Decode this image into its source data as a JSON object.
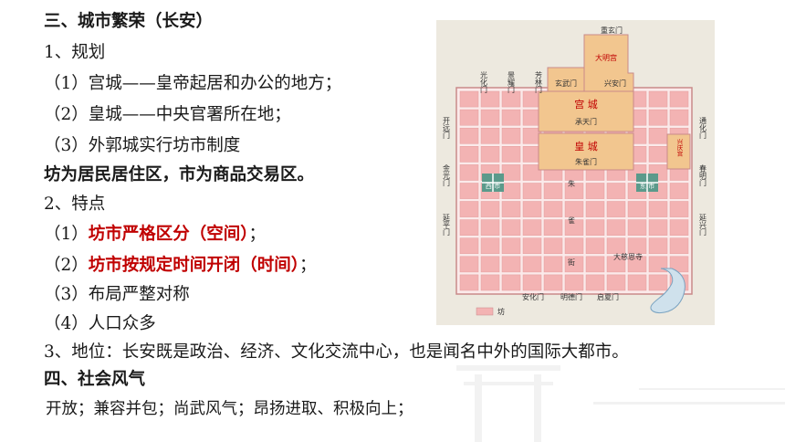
{
  "text": {
    "l1": "三、城市繁荣（长安）",
    "l2": "1、规划",
    "l3": "（1）宫城——皇帝起居和办公的地方；",
    "l4": "（2）皇城——中央官署所在地；",
    "l5": "（3）外郭城实行坊市制度",
    "l6": "坊为居民居住区，市为商品交易区。",
    "l7": "2、特点",
    "l8_prefix": "（1）",
    "l8_red": "坊市严格区分（空间）",
    "l8_suffix": "；",
    "l9_prefix": "（2）",
    "l9_red": "坊市按规定时间开闭（时间）",
    "l9_suffix": "；",
    "l10": "（3）布局严整对称",
    "l11": "（4）人口众多",
    "l12": "3、地位：长安既是政治、经济、文化交流中心，也是闻名中外的国际大都市。",
    "l13": "四、社会风气",
    "l14": "开放；兼容并包；尚武风气；昂扬进取、积极向上；"
  },
  "map": {
    "gate_chongxuan": "重玄门",
    "daminggong": "大明宫",
    "gate_guanghua": "光化门",
    "gate_jingyao": "景耀门",
    "gate_fanglin": "芳林门",
    "gate_xuanwu": "玄武门",
    "gate_xingan": "兴安门",
    "gongcheng": "宫 城",
    "gate_chengtian": "承天门",
    "huangcheng": "皇 城",
    "gate_zhuque": "朱雀门",
    "gate_kaiyuan": "开远门",
    "gate_jinguang": "金光门",
    "gate_yanping": "延平门",
    "gate_tonghua": "通化门",
    "gate_chunming": "春明门",
    "gate_yanxing": "延兴门",
    "xingqinggong": "兴庆宫",
    "xishi": "西 市",
    "dongshi": "东 市",
    "street_zhu": "朱",
    "street_que": "雀",
    "street_jie": "街",
    "dayanta": "大慈恩寺",
    "gate_anhua": "安化门",
    "gate_mingde": "明德门",
    "gate_qixia": "启夏门",
    "legend_fang": "坊",
    "color_fang": "#f3b3b3",
    "color_palace": "#f2c68f",
    "color_market": "#5b9a8b",
    "color_wall": "#c98a8a"
  }
}
